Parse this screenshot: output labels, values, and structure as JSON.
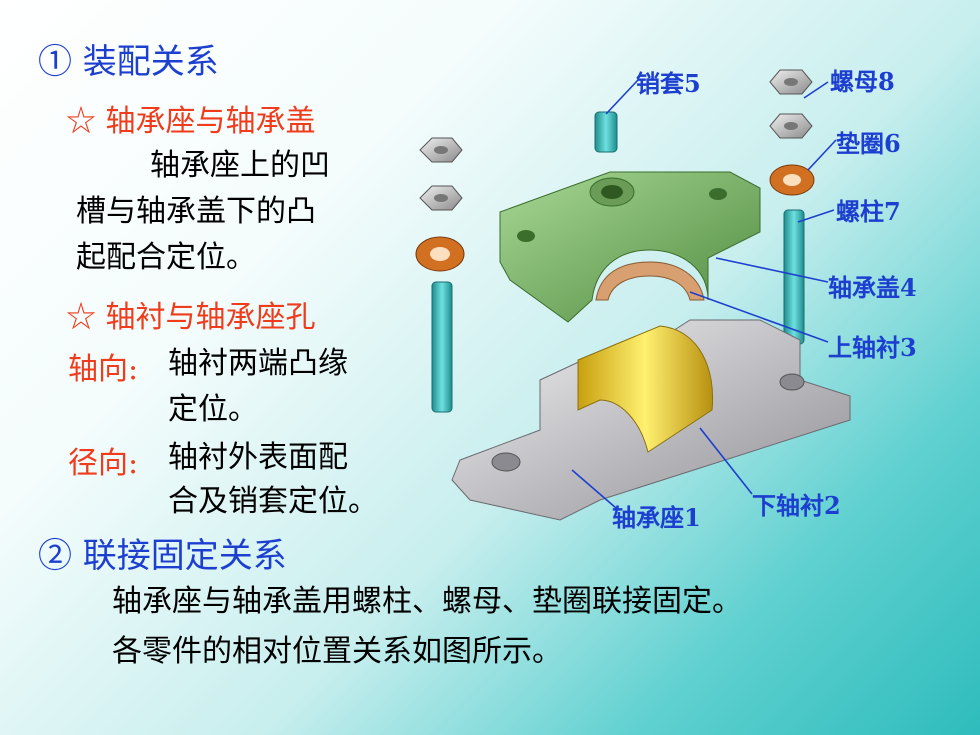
{
  "section1": {
    "title": "① 装配关系",
    "sub1": "☆ 轴承座与轴承盖",
    "text1": [
      "轴承座上的凹",
      "槽与轴承盖下的凸",
      "起配合定位。"
    ],
    "sub2": "☆ 轴衬与轴承座孔",
    "axial_label": "轴向:",
    "axial_text": [
      "轴衬两端凸缘",
      "定位。"
    ],
    "radial_label": "径向:",
    "radial_text": [
      "轴衬外表面配",
      "合及销套定位。"
    ]
  },
  "section2": {
    "title": "② 联接固定关系",
    "lines": [
      "轴承座与轴承盖用螺柱、螺母、垫圈联接固定。",
      "各零件的相对位置关系如图所示。"
    ]
  },
  "labels": {
    "pin_sleeve": "销套5",
    "nut": "螺母8",
    "washer": "垫圈6",
    "stud": "螺柱7",
    "cover": "轴承盖4",
    "upper_bush": "上轴衬3",
    "seat": "轴承座1",
    "lower_bush": "下轴衬2"
  },
  "colors": {
    "heading": "#1c3fd0",
    "subheading": "#f03c1c",
    "cover": "#7fb56a",
    "seat": "#c8c8cc",
    "bush": "#e0c020",
    "stud": "#3ab8b8",
    "washer": "#d07020"
  }
}
